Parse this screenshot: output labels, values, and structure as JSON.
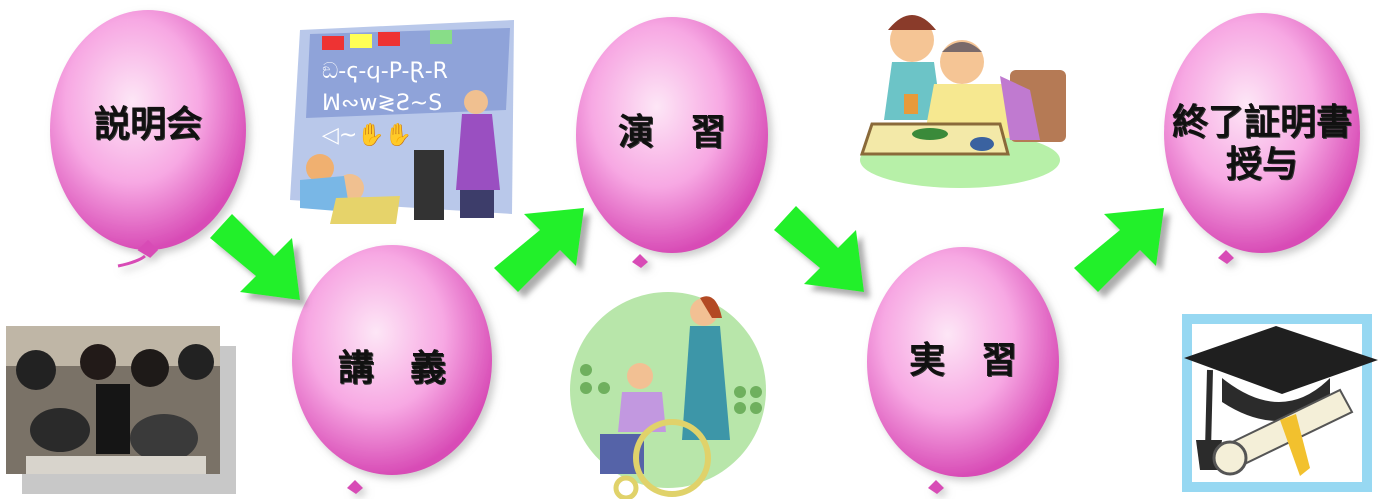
{
  "steps": {
    "briefing": "説明会",
    "lecture": "講　義",
    "exercise": "演　習",
    "practicum": "実　習",
    "certificate_line1": "終了証明書",
    "certificate_line2": "授与"
  },
  "colors": {
    "balloon_light": "#fde6f6",
    "balloon_mid": "#f7a8e3",
    "balloon_dark": "#d84cb6",
    "arrow": "#22f02a"
  }
}
